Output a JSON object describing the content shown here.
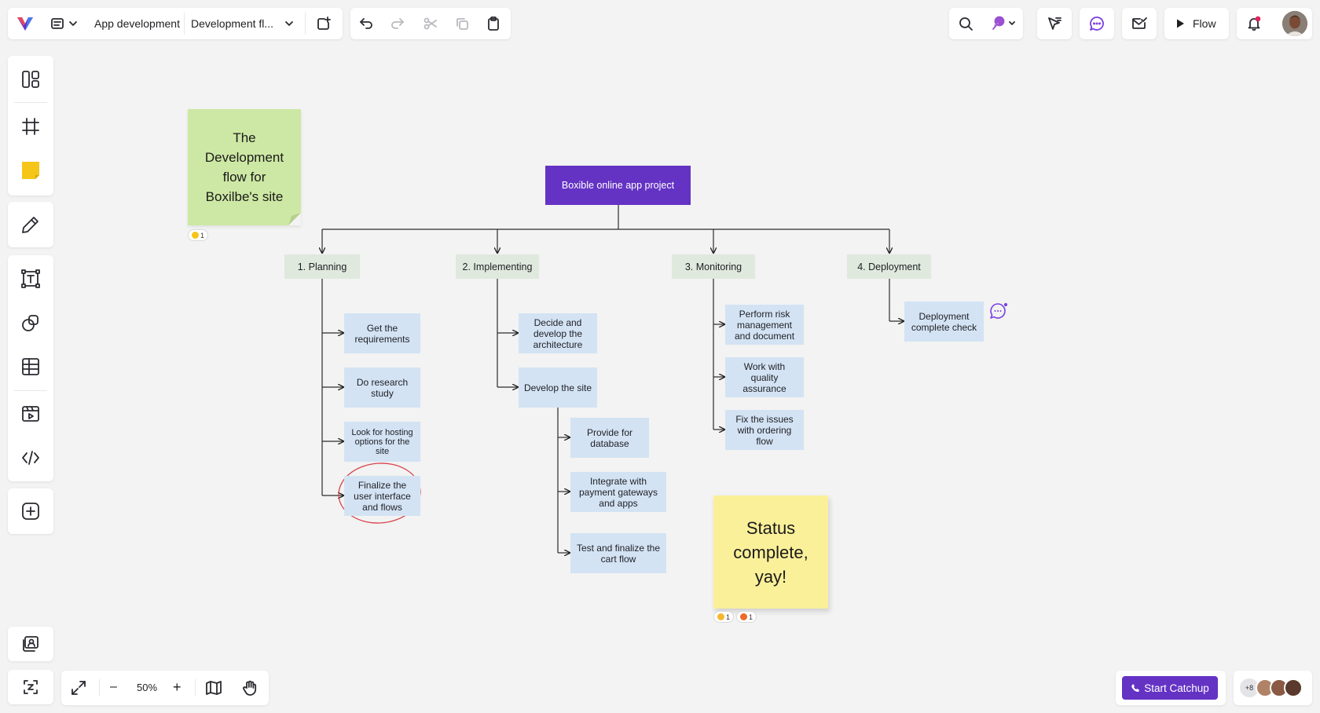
{
  "colors": {
    "brand": "#6433c4",
    "task_fill": "#d3e3f4",
    "phase_fill": "#dfe9dd",
    "sticky_green": "#cde8a4",
    "sticky_yellow": "#fbf09a",
    "highlight_circle": "#d9434e",
    "notification_dot": "#e0245e"
  },
  "toolbar": {
    "logo_icon": "brand-logo-icon",
    "board_menu_icon": "board-menu-icon",
    "project_name": "App development",
    "board_name": "Development fl...",
    "board_dropdown_icon": "chevron-down-icon",
    "new_board_icon": "new-board-icon",
    "undo_icon": "undo-icon",
    "redo_icon": "redo-icon",
    "cut_icon": "cut-icon",
    "copy_icon": "copy-icon",
    "paste_icon": "paste-icon"
  },
  "topright": {
    "search_icon": "search-icon",
    "pin_icon": "pin-icon",
    "cursor_icon": "cursor-flag-icon",
    "comments_icon": "comments-icon",
    "mail_icon": "mail-check-icon",
    "flow_label": "Flow",
    "bell_icon": "bell-icon",
    "avatar_alt": "user-avatar"
  },
  "sidebar": {
    "items": [
      {
        "icon": "templates-icon"
      },
      {
        "icon": "frame-icon"
      },
      {
        "icon": "sticky-note-icon"
      },
      {
        "icon": "pen-icon"
      },
      {
        "icon": "text-icon"
      },
      {
        "icon": "shapes-icon"
      },
      {
        "icon": "table-icon"
      },
      {
        "icon": "media-icon"
      },
      {
        "icon": "code-icon"
      },
      {
        "icon": "add-icon"
      }
    ],
    "bottom_icons": [
      "present-icon",
      "focus-icon"
    ]
  },
  "zoom": {
    "fit_icon": "fit-screen-icon",
    "minus_label": "–",
    "level": "50%",
    "plus_label": "+",
    "map_icon": "minimap-icon",
    "hand_icon": "hand-icon"
  },
  "catchup": {
    "label": "Start Catchup",
    "collaborators_extra": "+8"
  },
  "canvas": {
    "sticky_intro": {
      "text": "The Development flow for Boxilbe's site",
      "reaction": "1"
    },
    "root": "Boxible online app project",
    "phases": [
      {
        "label": "1. Planning",
        "tasks": [
          "Get the requirements",
          "Do research study",
          "Look for hosting options for the site",
          "Finalize the user interface and flows"
        ]
      },
      {
        "label": "2. Implementing",
        "tasks": [
          "Decide and develop the architecture",
          "Develop the site"
        ],
        "subtasks": [
          "Provide for database",
          "Integrate with payment gateways and apps",
          "Test and finalize the cart flow"
        ]
      },
      {
        "label": "3. Monitoring",
        "tasks": [
          "Perform risk management and document",
          "Work with quality assurance",
          "Fix the issues with ordering flow"
        ]
      },
      {
        "label": "4. Deployment",
        "tasks": [
          "Deployment complete check"
        ]
      }
    ],
    "sticky_status": {
      "text": "Status complete, yay!",
      "reactions": [
        "1",
        "1"
      ]
    },
    "comment_icon": "comment-bubble-icon"
  }
}
